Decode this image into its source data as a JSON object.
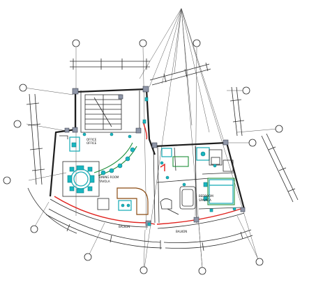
{
  "drawing": {
    "room_labels": [
      {
        "id": "office",
        "line1": "OFFICE",
        "line2": "OFFICE"
      },
      {
        "id": "dining",
        "line1": "DINING ROOM",
        "line2": "TAVOLA"
      },
      {
        "id": "balkon_left",
        "line1": "BALKON"
      },
      {
        "id": "balkon_right",
        "line1": "BALKON"
      },
      {
        "id": "bedroom",
        "line1": "BEDROOM",
        "line2": "SPAVACA"
      }
    ]
  }
}
